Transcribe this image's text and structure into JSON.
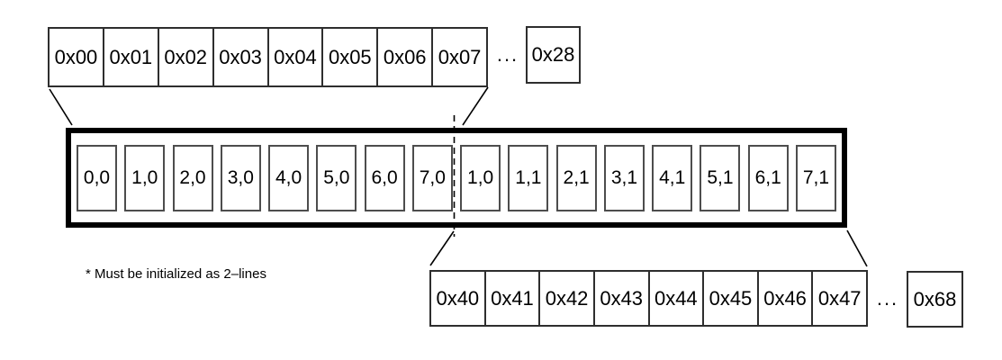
{
  "figure": {
    "top_memory_row": {
      "cells": [
        "0x00",
        "0x01",
        "0x02",
        "0x03",
        "0x04",
        "0x05",
        "0x06",
        "0x07"
      ],
      "ellipsis": "...",
      "last_address": "0x28"
    },
    "line_buffer": {
      "cells": [
        "0,0",
        "1,0",
        "2,0",
        "3,0",
        "4,0",
        "5,0",
        "6,0",
        "7,0",
        "1,0",
        "1,1",
        "2,1",
        "3,1",
        "4,1",
        "5,1",
        "6,1",
        "7,1"
      ]
    },
    "bottom_memory_row": {
      "cells": [
        "0x40",
        "0x41",
        "0x42",
        "0x43",
        "0x44",
        "0x45",
        "0x46",
        "0x47"
      ],
      "ellipsis": "...",
      "last_address": "0x68"
    },
    "footnote": "* Must be initialized as 2–lines"
  },
  "colors": {
    "background": "#ffffff",
    "text": "#000000",
    "thick_border": "#000000",
    "row_border": "#2e2e2e",
    "cell_border": "#4d4d4d"
  }
}
